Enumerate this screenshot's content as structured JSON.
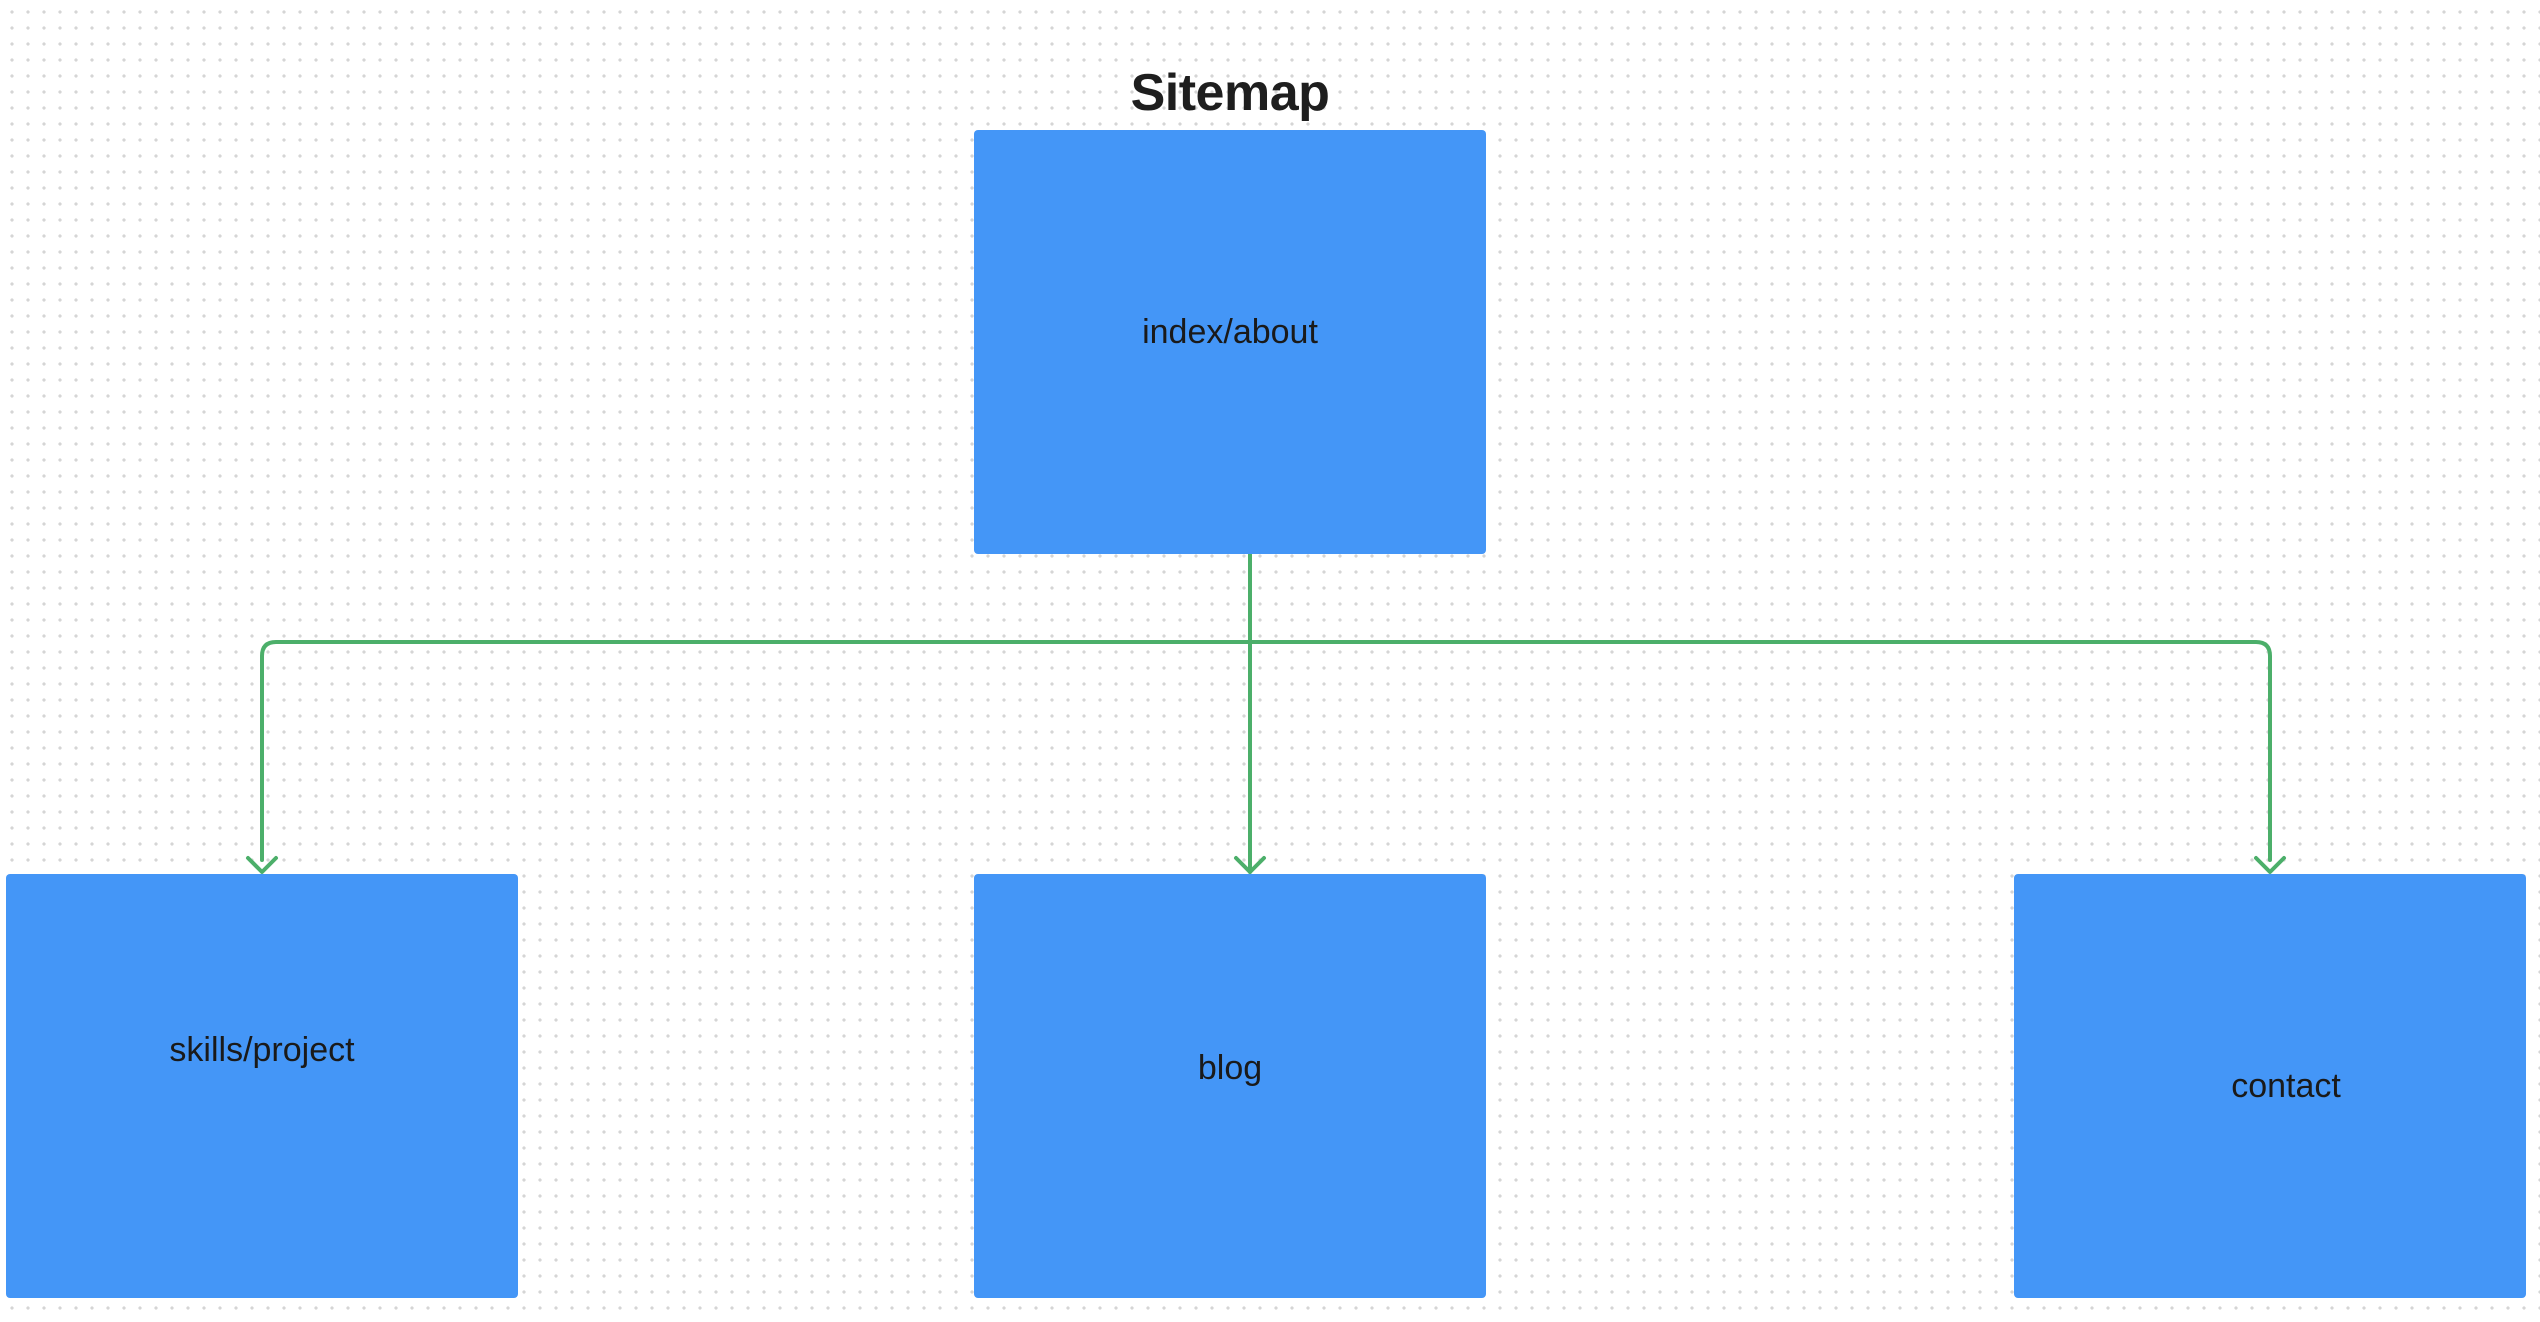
{
  "diagram": {
    "title": "Sitemap",
    "colors": {
      "node_fill": "#4496f7",
      "connector": "#4caf6a",
      "text": "#1a1a1a",
      "title": "#1e1e1e"
    },
    "nodes": [
      {
        "id": "index",
        "label": "index/about"
      },
      {
        "id": "skills",
        "label": "skills/project"
      },
      {
        "id": "blog",
        "label": "blog"
      },
      {
        "id": "contact",
        "label": "contact"
      }
    ],
    "edges": [
      {
        "from": "index",
        "to": "skills"
      },
      {
        "from": "index",
        "to": "blog"
      },
      {
        "from": "index",
        "to": "contact"
      }
    ]
  }
}
